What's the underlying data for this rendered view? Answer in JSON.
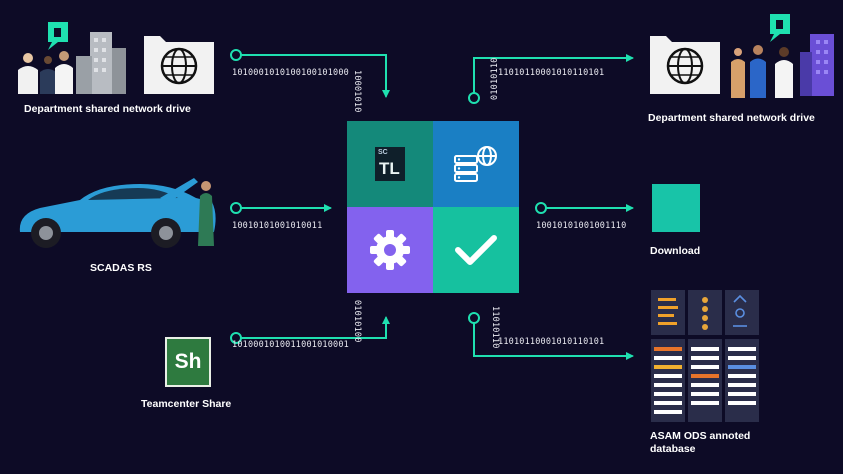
{
  "nodes": {
    "dept_left": {
      "label": "Department shared network drive"
    },
    "dept_right": {
      "label": "Department shared network drive"
    },
    "scadas": {
      "label": "SCADAS RS"
    },
    "teamcenter": {
      "label": "Teamcenter Share",
      "icon_text": "Sh"
    },
    "download": {
      "label": "Download"
    },
    "asam": {
      "label_line1": "ASAM ODS annoted",
      "label_line2": "database"
    }
  },
  "hub": {
    "tl_small": "SC",
    "tl_large": "TL",
    "quadrants": [
      {
        "icon": "tl-logo-icon",
        "color": "#14897a"
      },
      {
        "icon": "server-globe-icon",
        "color": "#1a7fc4"
      },
      {
        "icon": "gear-icon",
        "color": "#8362ee"
      },
      {
        "icon": "check-icon",
        "color": "#16c19f"
      }
    ]
  },
  "binary": {
    "top_left_h": "1010001010100100101000",
    "top_left_v": "10001010",
    "mid_left": "10010101001010011",
    "bot_left_h": "1010001010011001010001",
    "bot_left_v": "01010100",
    "top_right_v": "01010110",
    "top_right_h": "11010110001010110101",
    "mid_right": "10010101001001110",
    "bot_right_v": "11010110",
    "bot_right_h": "11010110001010110101"
  },
  "colors": {
    "background": "#0d0b26",
    "arrow": "#1fe0b0",
    "accent": "#18c4a8"
  }
}
